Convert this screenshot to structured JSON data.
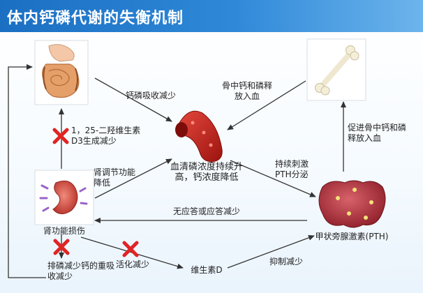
{
  "title": "体内钙磷代谢的失衡机制",
  "nodes": {
    "intestine": "",
    "bone": "",
    "blood": "血清磷浓度持续升高，钙浓度降低",
    "kidney": "肾功能损伤",
    "vitamin_d": "维生素D",
    "parathyroid": "甲状旁腺激素(PTH)",
    "excretion": "排磷减少钙的重吸收减少"
  },
  "labels": {
    "absorb": "钙磷吸收减少",
    "bone_release": "骨中钙和磷释放入血",
    "d3": "1，25-二羟维生素D3生成减少",
    "renal_reg": "肾调节功能降低",
    "stimulate": "持续刺激PTH分泌",
    "promote": "促进骨中钙和磷释放入血",
    "no_response": "无应答或应答减少",
    "activation": "活化减少",
    "inhibit": "抑制减少"
  },
  "colors": {
    "title_bg": "#2f88d8",
    "arrow": "#333333",
    "blocked": "#e02424"
  }
}
